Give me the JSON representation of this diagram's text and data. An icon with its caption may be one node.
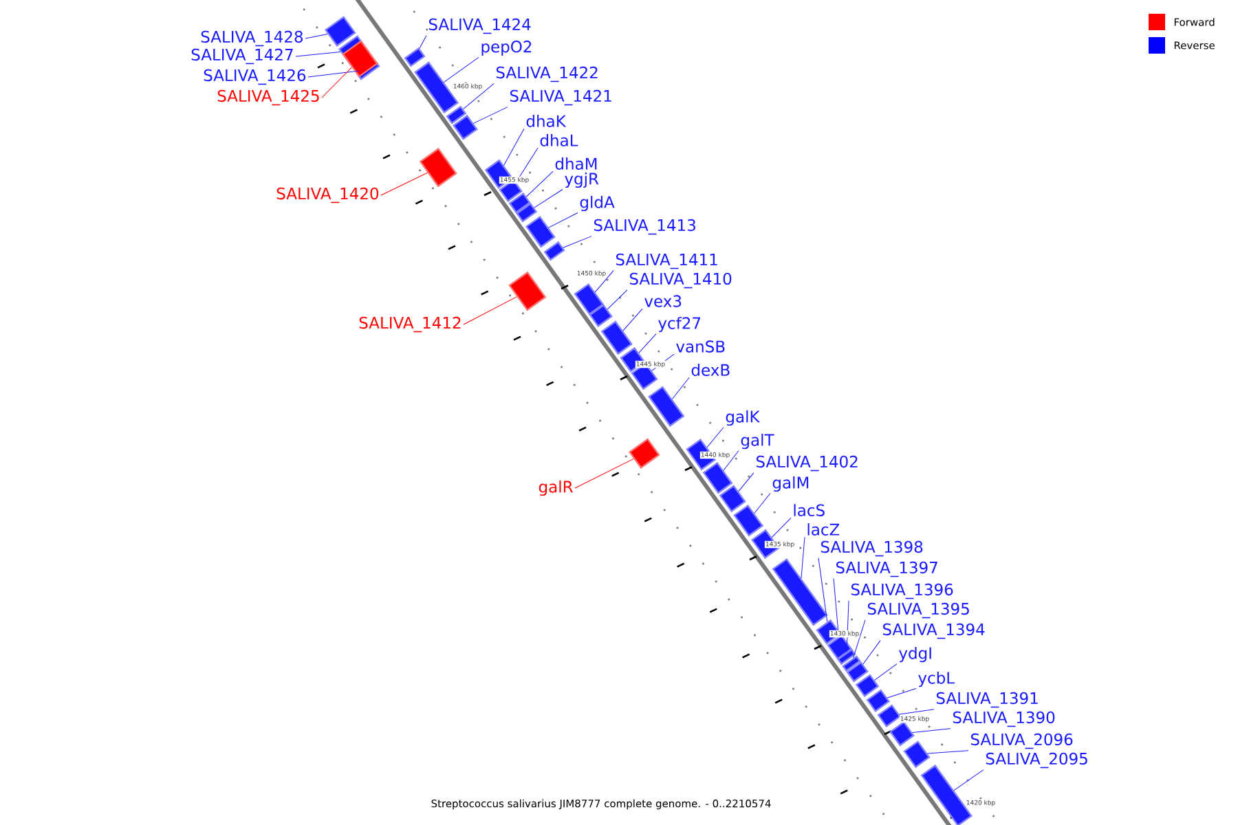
{
  "diagram": {
    "caption": "Streptococcus salivarius JIM8777 complete genome. - 0..2210574",
    "nodes": [
      {
        "text": [
          "SALIVA_1428"
        ]
      },
      {
        "text": [],
        "shape": "box"
      },
      {
        "text": [
          "SALIVA_1424"
        ]
      },
      {
        "text": [],
        "shape": "box"
      },
      {
        "text": [
          "SALIVA_1427"
        ]
      },
      {
        "text": [],
        "shape": "box"
      },
      {
        "text": [
          "pepO2"
        ]
      },
      {
        "text": [],
        "shape": "box"
      },
      {
        "text": [
          "SALIVA_1426"
        ]
      },
      {
        "text": [],
        "shape": "box"
      },
      {
        "text": [
          "SALIVA_1425"
        ]
      },
      {
        "text": [],
        "shape": "box"
      },
      {
        "text": [
          "SALIVA_1422"
        ]
      },
      {
        "text": [],
        "shape": "box"
      },
      {
        "text": [
          "SALIVA_1421"
        ]
      },
      {
        "text": [],
        "shape": "box"
      },
      {
        "text": [
          "dhaK"
        ]
      },
      {
        "text": [],
        "shape": "box"
      },
      {
        "text": [
          "dhaL"
        ]
      },
      {
        "text": [],
        "shape": "box"
      },
      {
        "text": [
          "dhaM"
        ]
      },
      {
        "text": [],
        "shape": "box"
      },
      {
        "text": [
          "ygjR"
        ]
      },
      {
        "text": [],
        "shape": "box"
      },
      {
        "text": [
          "SALIVA_1420"
        ]
      },
      {
        "text": [],
        "shape": "box"
      },
      {
        "text": [
          "gldA"
        ]
      },
      {
        "text": [],
        "shape": "box"
      },
      {
        "text": [
          "SALIVA_1413"
        ]
      },
      {
        "text": [],
        "shape": "box"
      },
      {
        "text": [
          "SALIVA_1411"
        ]
      },
      {
        "text": [],
        "shape": "box"
      },
      {
        "text": [
          "SALIVA_1410"
        ]
      },
      {
        "text": [],
        "shape": "box"
      },
      {
        "text": [
          "SALIVA_1412"
        ]
      },
      {
        "text": [],
        "shape": "box"
      },
      {
        "text": [
          "vex3"
        ]
      },
      {
        "text": [],
        "shape": "box"
      },
      {
        "text": [
          "ycf27"
        ]
      },
      {
        "text": [],
        "shape": "box"
      },
      {
        "text": [
          "vanSB"
        ]
      },
      {
        "text": [],
        "shape": "box"
      },
      {
        "text": [
          "dexB"
        ]
      },
      {
        "text": [],
        "shape": "box"
      },
      {
        "text": [
          "galK"
        ]
      },
      {
        "text": [],
        "shape": "box"
      },
      {
        "text": [
          "galT"
        ]
      },
      {
        "text": [],
        "shape": "box"
      },
      {
        "text": [
          "galR"
        ]
      },
      {
        "text": [],
        "shape": "box"
      },
      {
        "text": [
          "SALIVA_1402"
        ]
      },
      {
        "text": [],
        "shape": "box"
      },
      {
        "text": [
          "galM"
        ]
      },
      {
        "text": [],
        "shape": "box"
      },
      {
        "text": [
          "lacS"
        ]
      },
      {
        "text": [],
        "shape": "box"
      },
      {
        "text": [
          "lacZ"
        ]
      },
      {
        "text": [],
        "shape": "box"
      },
      {
        "text": [
          "SALIVA_1398"
        ]
      },
      {
        "text": [],
        "shape": "box"
      },
      {
        "text": [
          "SALIVA_1397"
        ]
      },
      {
        "text": [],
        "shape": "box"
      },
      {
        "text": [
          "SALIVA_1396"
        ]
      },
      {
        "text": [],
        "shape": "box"
      },
      {
        "text": [
          "SALIVA_1395"
        ]
      },
      {
        "text": [],
        "shape": "box"
      },
      {
        "text": [
          "SALIVA_1394"
        ]
      },
      {
        "text": [],
        "shape": "box"
      },
      {
        "text": [
          "ydgI"
        ]
      },
      {
        "text": [],
        "shape": "box"
      },
      {
        "text": [
          "ycbL"
        ]
      },
      {
        "text": [],
        "shape": "box"
      },
      {
        "text": [
          "SALIVA_1391"
        ]
      },
      {
        "text": [],
        "shape": "box"
      },
      {
        "text": [
          "SALIVA_1390"
        ]
      },
      {
        "text": [],
        "shape": "box"
      },
      {
        "text": [
          "SALIVA_2096"
        ]
      },
      {
        "text": [],
        "shape": "box"
      },
      {
        "text": [
          "SALIVA_2095"
        ]
      },
      {
        "text": [],
        "shape": "box"
      }
    ],
    "edges": [
      {
        "from": 0,
        "to": 1,
        "arrow": "none"
      },
      {
        "from": 2,
        "to": 3,
        "arrow": "none"
      },
      {
        "from": 4,
        "to": 5,
        "arrow": "none"
      },
      {
        "from": 6,
        "to": 7,
        "arrow": "none"
      },
      {
        "from": 8,
        "to": 9,
        "arrow": "none"
      },
      {
        "from": 10,
        "to": 11,
        "arrow": "none",
        "color": "#ff0000"
      },
      {
        "from": 12,
        "to": 13,
        "arrow": "none"
      },
      {
        "from": 14,
        "to": 15,
        "arrow": "none"
      },
      {
        "from": 16,
        "to": 17,
        "arrow": "none"
      },
      {
        "from": 18,
        "to": 19,
        "arrow": "none"
      },
      {
        "from": 20,
        "to": 21,
        "arrow": "none"
      },
      {
        "from": 22,
        "to": 23,
        "arrow": "none"
      },
      {
        "from": 24,
        "to": 25,
        "arrow": "none",
        "color": "#ff0000"
      },
      {
        "from": 26,
        "to": 27,
        "arrow": "none"
      },
      {
        "from": 28,
        "to": 29,
        "arrow": "none"
      },
      {
        "from": 30,
        "to": 31,
        "arrow": "none"
      },
      {
        "from": 32,
        "to": 33,
        "arrow": "none"
      },
      {
        "from": 34,
        "to": 35,
        "arrow": "none",
        "color": "#ff0000"
      },
      {
        "from": 36,
        "to": 37,
        "arrow": "none"
      },
      {
        "from": 38,
        "to": 39,
        "arrow": "none"
      },
      {
        "from": 40,
        "to": 41,
        "arrow": "none"
      },
      {
        "from": 42,
        "to": 43,
        "arrow": "none"
      },
      {
        "from": 44,
        "to": 45,
        "arrow": "none"
      },
      {
        "from": 46,
        "to": 47,
        "arrow": "none"
      },
      {
        "from": 48,
        "to": 49,
        "arrow": "none",
        "color": "#ff0000"
      },
      {
        "from": 50,
        "to": 51,
        "arrow": "none"
      },
      {
        "from": 52,
        "to": 53,
        "arrow": "none"
      },
      {
        "from": 54,
        "to": 55,
        "arrow": "none"
      },
      {
        "from": 56,
        "to": 57,
        "arrow": "none"
      },
      {
        "from": 58,
        "to": 59,
        "arrow": "none"
      },
      {
        "from": 60,
        "to": 61,
        "arrow": "none"
      },
      {
        "from": 62,
        "to": 63,
        "arrow": "none"
      },
      {
        "from": 64,
        "to": 65,
        "arrow": "none"
      },
      {
        "from": 66,
        "to": 67,
        "arrow": "none"
      },
      {
        "from": 68,
        "to": 69,
        "arrow": "none"
      },
      {
        "from": 70,
        "to": 71,
        "arrow": "none"
      },
      {
        "from": 72,
        "to": 73,
        "arrow": "none"
      },
      {
        "from": 74,
        "to": 75,
        "arrow": "none"
      },
      {
        "from": 76,
        "to": 77,
        "arrow": "none"
      },
      {
        "from": 78,
        "to": 79,
        "arrow": "none"
      }
    ],
    "labels": [
      "1460 kbp",
      "1455 kbp",
      "1450 kbp",
      "1445 kbp",
      "1440 kbp",
      "1435 kbp",
      "1430 kbp",
      "1425 kbp",
      "1420 kbp"
    ],
    "legend": [
      {
        "text": "Forward",
        "color": "#ff0000"
      },
      {
        "text": "Reverse",
        "color": "#0000ff"
      }
    ]
  }
}
